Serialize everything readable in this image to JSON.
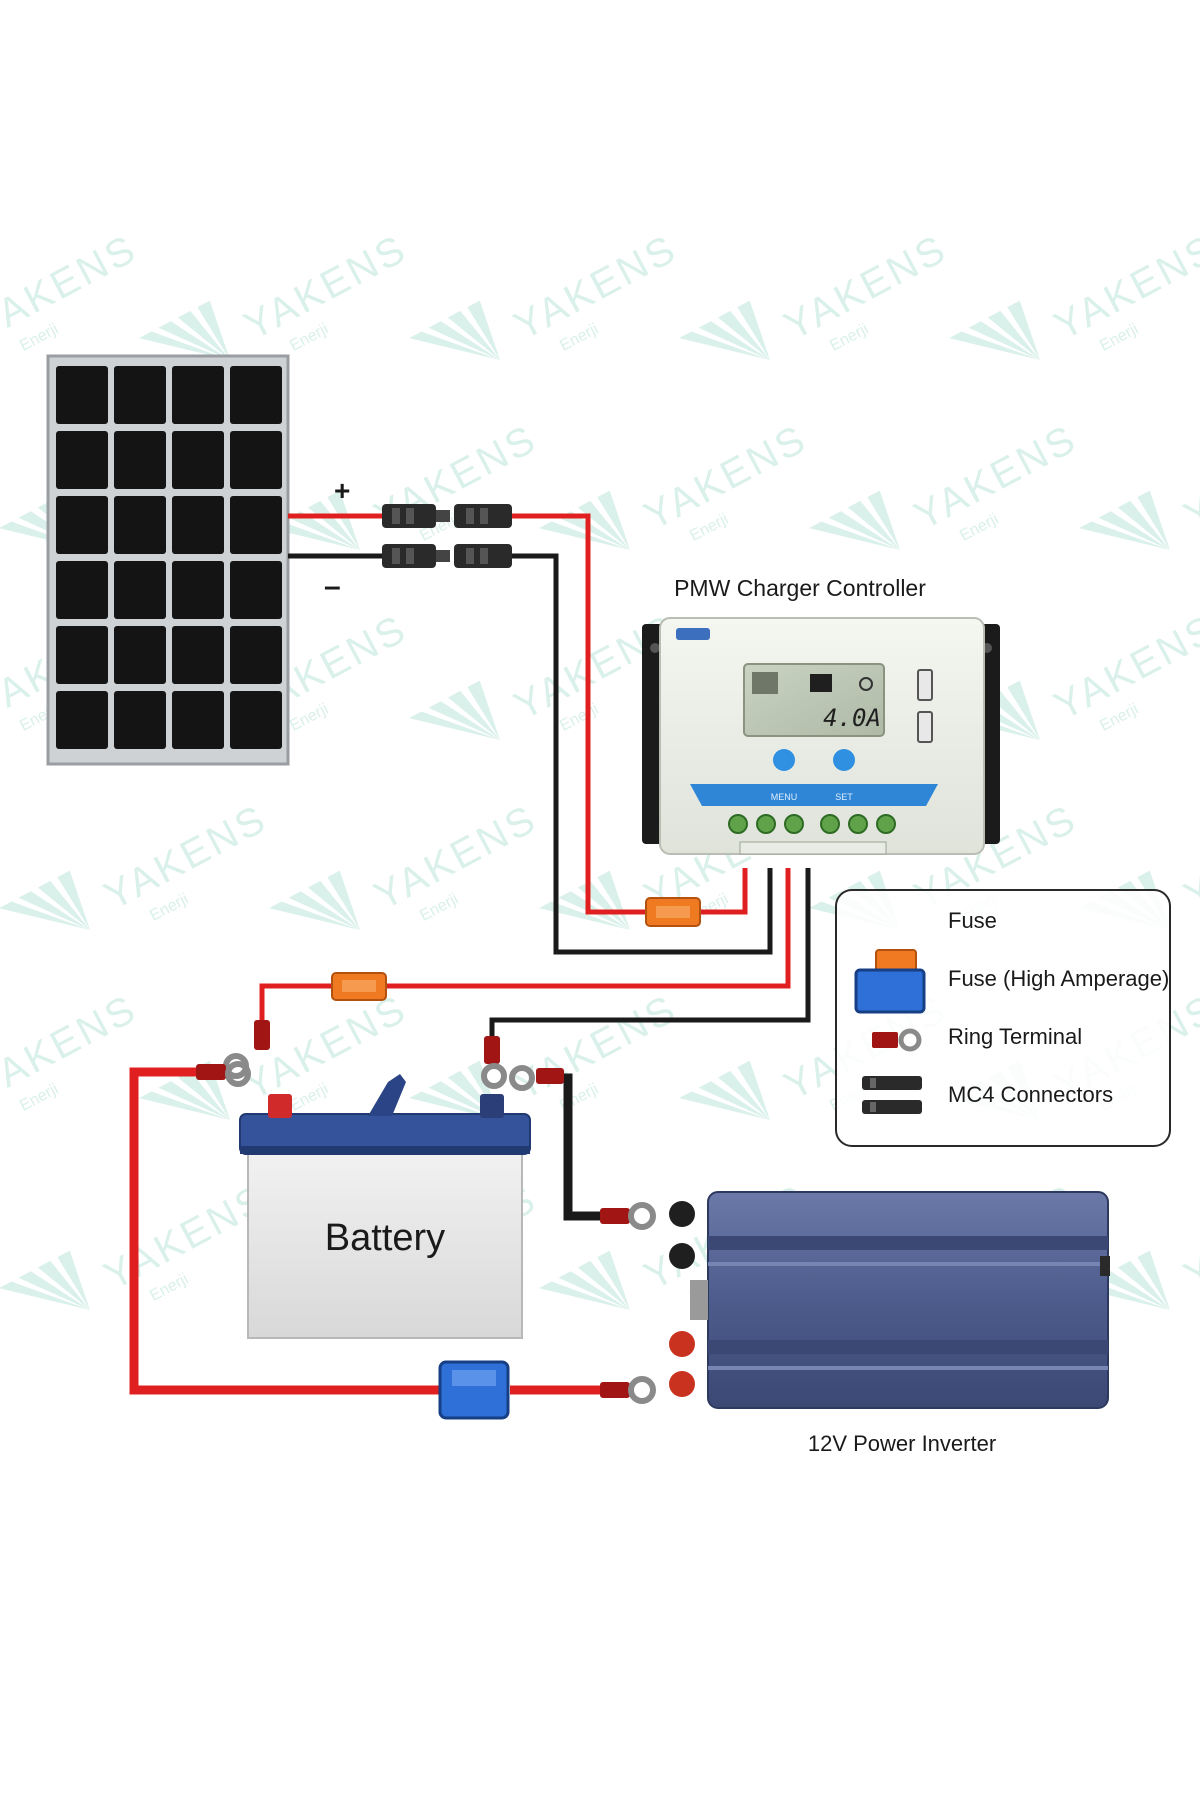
{
  "labels": {
    "plus": "+",
    "minus": "–",
    "controller_title": "PMW Charger Controller",
    "battery": "Battery",
    "inverter": "12V Power Inverter"
  },
  "controller": {
    "lcd_reading": "4.0A",
    "menu_label": "MENU",
    "set_label": "SET"
  },
  "legend": {
    "items": [
      {
        "icon": "fuse-icon",
        "label": "Fuse"
      },
      {
        "icon": "fuse-high-amperage-icon",
        "label": "Fuse (High Amperage)"
      },
      {
        "icon": "ring-terminal-icon",
        "label": "Ring Terminal"
      },
      {
        "icon": "mc4-connector-icon",
        "label": "MC4 Connectors"
      }
    ]
  },
  "watermark": {
    "brand": "YAKENS",
    "sub": "Enerji"
  },
  "colors": {
    "positive_wire": "#e02020",
    "negative_wire": "#1a1a1a",
    "fuse": "#f07a22",
    "fuse_high_amp": "#2f6fd8",
    "inverter_body": "#4f5e8e",
    "battery_lid": "#34539a",
    "watermark": "#d6efe8"
  }
}
